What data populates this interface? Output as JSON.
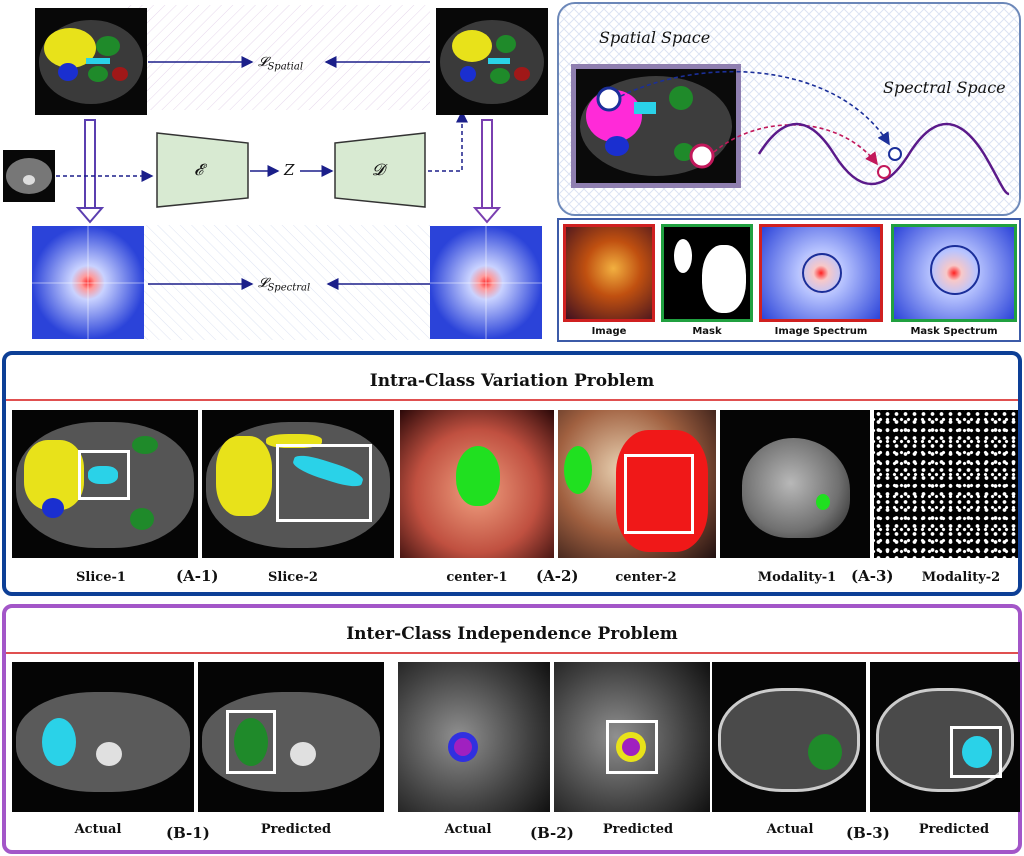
{
  "top": {
    "loss_spatial_symbol": "𝓛",
    "loss_spatial_sub": "Spatial",
    "loss_spectral_symbol": "𝓛",
    "loss_spectral_sub": "Spectral",
    "encoder_label": "𝓔",
    "latent_label": "Z",
    "decoder_label": "𝓓"
  },
  "spaces": {
    "spatial_label": "Spatial Space",
    "spectral_label": "Spectral Space"
  },
  "spectrum_strip": {
    "labels": [
      "Image",
      "Mask",
      "Image Spectrum",
      "Mask Spectrum"
    ]
  },
  "intra": {
    "title": "Intra-Class Variation Problem",
    "captions": [
      "Slice-1",
      "Slice-2",
      "center-1",
      "center-2",
      "Modality-1",
      "Modality-2"
    ],
    "tags": [
      "(A-1)",
      "(A-2)",
      "(A-3)"
    ]
  },
  "inter": {
    "title": "Inter-Class Independence Problem",
    "captions": [
      "Actual",
      "Predicted",
      "Actual",
      "Predicted",
      "Actual",
      "Predicted"
    ],
    "tags": [
      "(B-1)",
      "(B-2)",
      "(B-3)"
    ]
  },
  "colors": {
    "intra_border": "#0d3f96",
    "inter_border": "#a356c8",
    "red_rule": "#e05050",
    "arrow": "#1b1f8a",
    "encoder_fill": "#d8ead2"
  }
}
